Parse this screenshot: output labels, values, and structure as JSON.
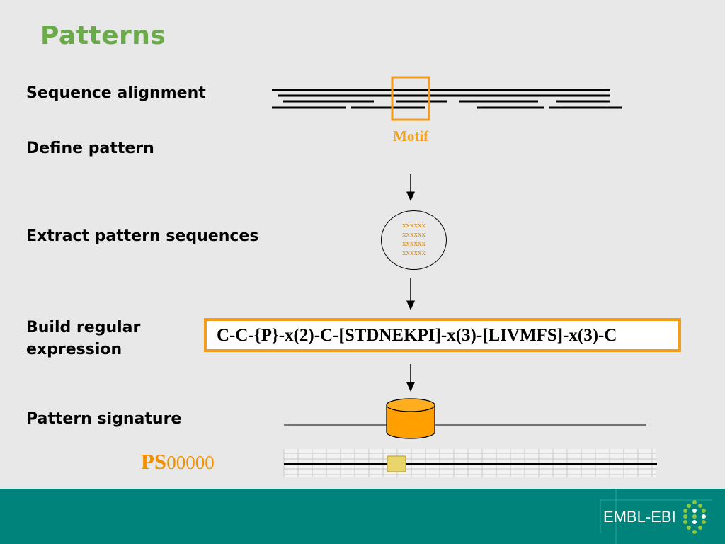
{
  "slide": {
    "title": "Patterns",
    "steps": {
      "alignment": "Sequence alignment",
      "define": "Define pattern",
      "extract": "Extract pattern sequences",
      "build_line1": "Build regular",
      "build_line2": "expression",
      "signature": "Pattern signature"
    },
    "motif_label": "Motif",
    "pattern_sequences": [
      "xxxxxx",
      "xxxxxx",
      "xxxxxx",
      "xxxxxx"
    ],
    "regex": "C-C-{P}-x(2)-C-[STDNEKPI]-x(3)-[LIVMFS]-x(3)-C",
    "ps_prefix": "PS",
    "ps_number": "00000",
    "logo_text": "EMBL-EBI"
  },
  "colors": {
    "title_green": "#6aaa4b",
    "accent_orange": "#f49d1c",
    "footer_teal": "#00837a",
    "db_fill": "#ff9f00",
    "highlight_yellow": "#e8d66a"
  }
}
